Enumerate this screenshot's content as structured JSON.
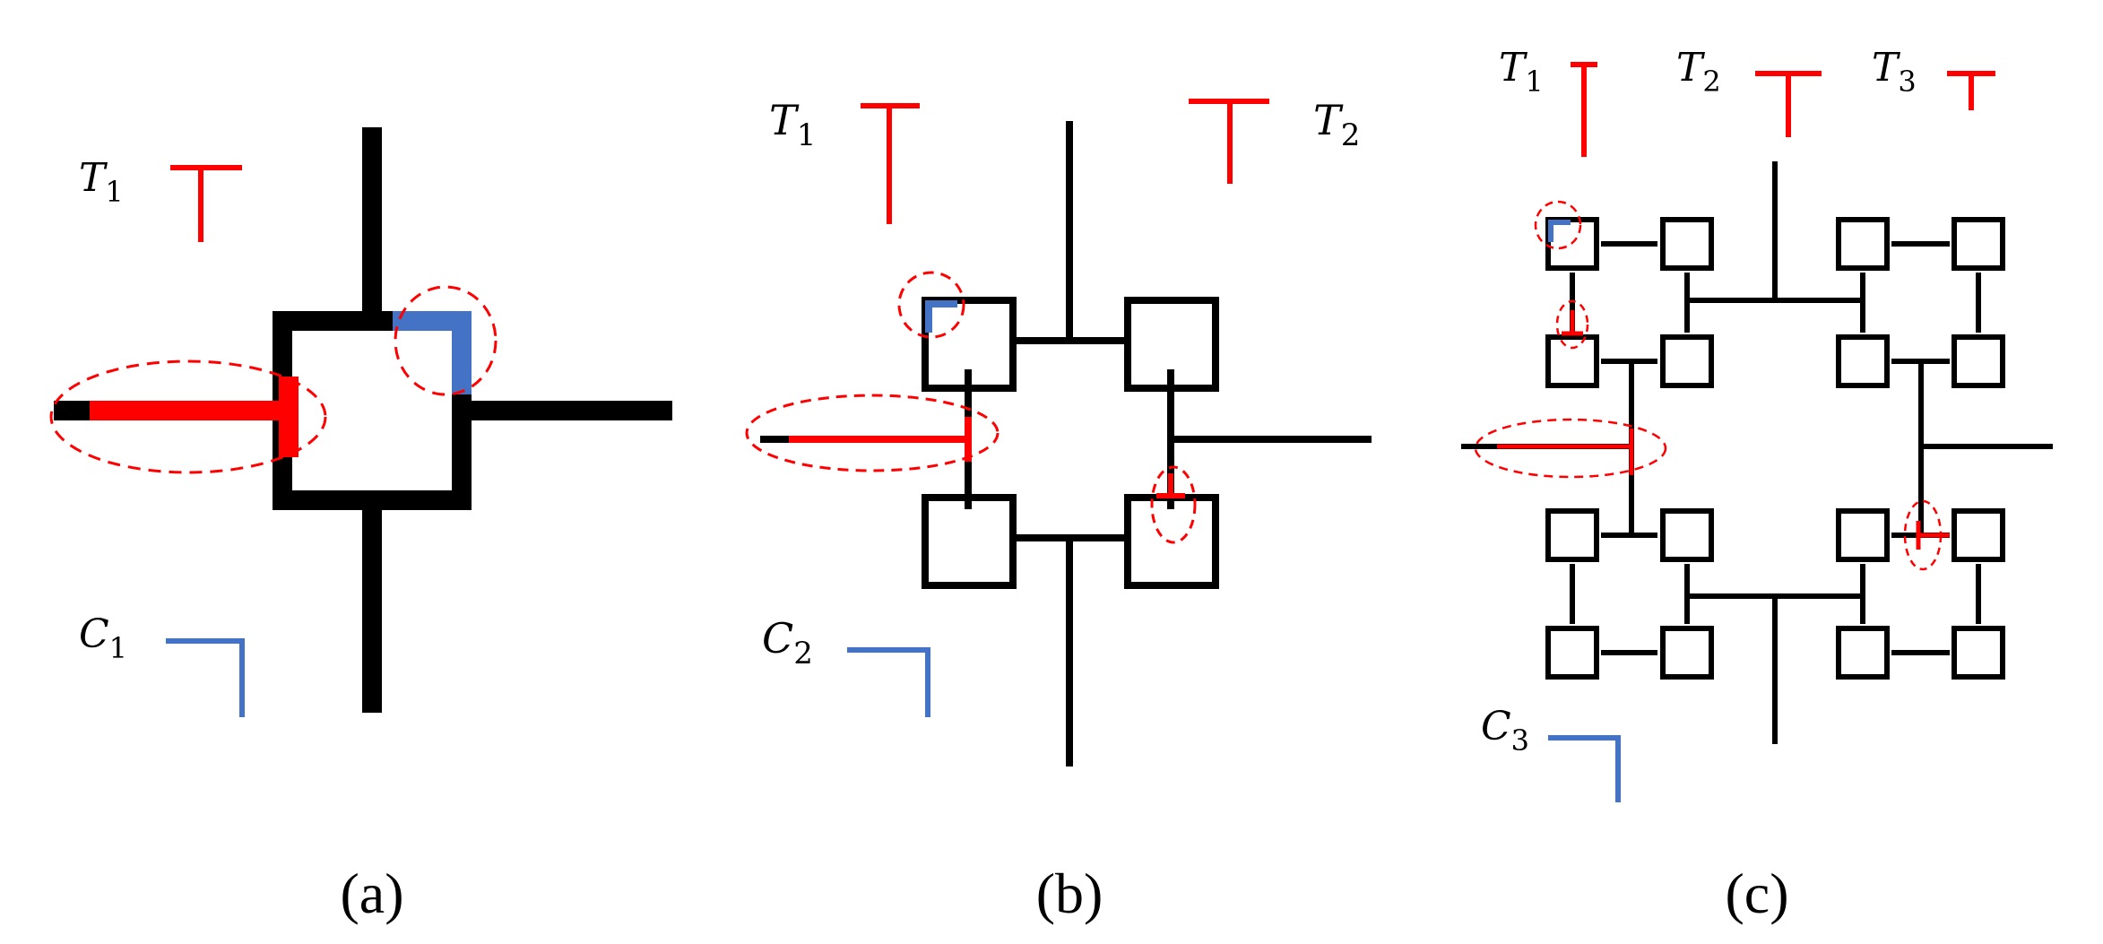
{
  "colors": {
    "structure": "#000000",
    "tee": "#ff0000",
    "corner": "#4472c4",
    "highlight": "#ff0000"
  },
  "panels": [
    {
      "caption": "(a)",
      "tees": [
        {
          "letter": "T",
          "sub": "1"
        }
      ],
      "corners": [
        {
          "letter": "C",
          "sub": "1"
        }
      ]
    },
    {
      "caption": "(b)",
      "tees": [
        {
          "letter": "T",
          "sub": "1"
        },
        {
          "letter": "T",
          "sub": "2"
        }
      ],
      "corners": [
        {
          "letter": "C",
          "sub": "2"
        }
      ]
    },
    {
      "caption": "(c)",
      "tees": [
        {
          "letter": "T",
          "sub": "1"
        },
        {
          "letter": "T",
          "sub": "2"
        },
        {
          "letter": "T",
          "sub": "3"
        }
      ],
      "corners": [
        {
          "letter": "C",
          "sub": "3"
        }
      ]
    }
  ]
}
